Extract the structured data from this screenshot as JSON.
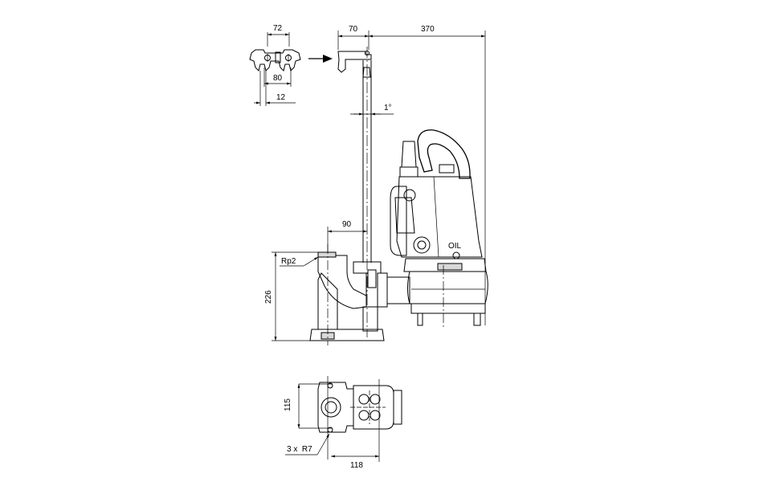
{
  "dimensions": {
    "bracket_width": "72",
    "bracket_hole_spacing": "80",
    "bracket_offset": "12",
    "rail_offset": "70",
    "overall_width": "370",
    "rail_angle": "1°",
    "rail_to_outlet": "90",
    "outlet_thread": "Rp2",
    "base_height": "226",
    "base_depth": "115",
    "mounting_holes": "3 x  R7",
    "base_width": "118"
  },
  "labels": {
    "oil_marking": "OIL"
  }
}
